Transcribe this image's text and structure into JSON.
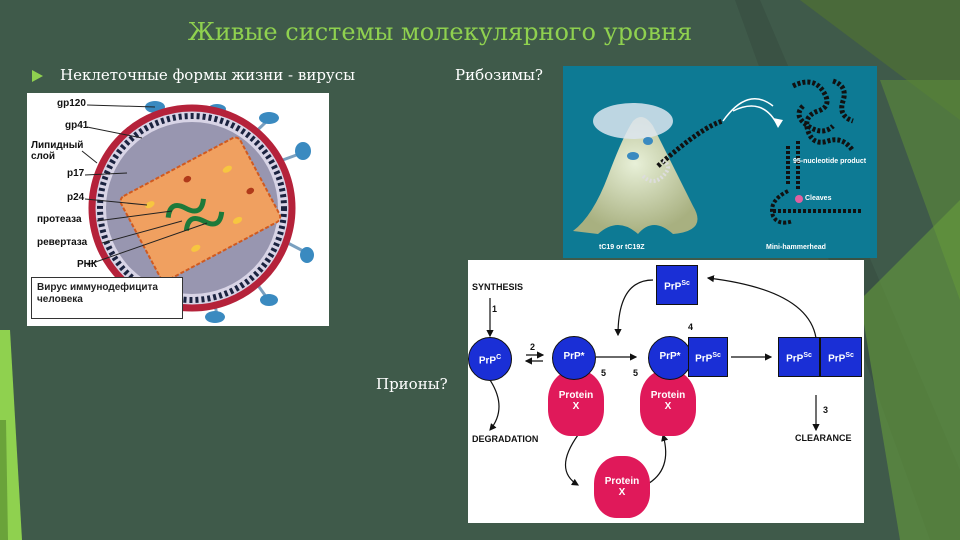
{
  "slide": {
    "title": "Живые системы молекулярного уровня",
    "bullet_text": "Неклеточные формы жизни - вирусы",
    "ribozymes_q": "Рибозимы?",
    "prions_q": "Прионы?"
  },
  "virus_figure": {
    "labels": [
      "gp120",
      "gp41",
      "Липидный",
      "слой",
      "p17",
      "p24",
      "протеаза",
      "ревертаза",
      "РНК"
    ],
    "caption_line1": "Вирус иммунодефицита",
    "caption_line2": "человека"
  },
  "ribozyme_figure": {
    "product_label": "95-nucleotide product",
    "cleaves_label": "Cleaves",
    "left_caption": "tC19 or tC19Z",
    "right_caption": "Mini-hammerhead"
  },
  "prion_figure": {
    "synthesis": "SYNTHESIS",
    "degradation": "DEGRADATION",
    "clearance": "CLEARANCE",
    "prpc": "PrP",
    "prpc_sup": "C",
    "prpstar": "PrP*",
    "prpsc": "PrP",
    "prpsc_sup": "Sc",
    "protein": "Protein",
    "x": "X",
    "steps": [
      "1",
      "2",
      "3",
      "4",
      "5",
      "5"
    ]
  },
  "colors": {
    "background": "#3f5a4a",
    "title": "#8fd14f",
    "prion_blue": "#1a2fd6",
    "protein_red": "#e0195a",
    "virus_ring": "#b5223a"
  }
}
